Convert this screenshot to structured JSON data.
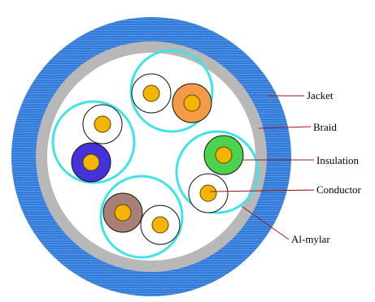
{
  "diagram": {
    "labels": {
      "jacket": "Jacket",
      "braid": "Braid",
      "insulation": "Insulation",
      "conductor": "Conductor",
      "al_mylar": "Al-mylar"
    },
    "colors": {
      "jacket": "#2f78d8",
      "jacket_stripe": "#6aa6ee",
      "braid": "#b8b8b8",
      "core_fill": "#ffffff",
      "al_mylar": "#3fe3e8",
      "conductor": "#f5b400",
      "conductor_outline": "#5a4300",
      "insulation_outline": "#111111",
      "leader_line": "#9b1b1b",
      "label_text": "#000000"
    },
    "pairs": [
      {
        "insulation_colors": [
          "#ffffff",
          "#f49b48"
        ]
      },
      {
        "insulation_colors": [
          "#ffffff",
          "#4433d8"
        ]
      },
      {
        "insulation_colors": [
          "#4dd24d",
          "#ffffff"
        ]
      },
      {
        "insulation_colors": [
          "#a88076",
          "#ffffff"
        ]
      }
    ]
  }
}
